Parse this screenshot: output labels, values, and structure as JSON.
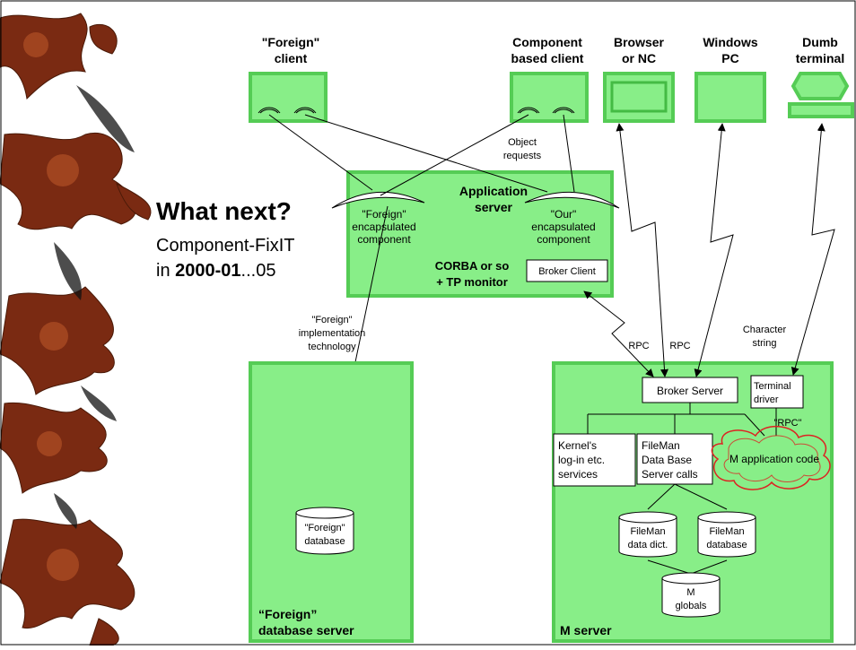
{
  "title": {
    "heading": "What next?",
    "line2": "Component-FixIT",
    "line3_prefix": "in ",
    "line3_bold": "2000-01",
    "line3_suffix": "...05"
  },
  "clients": {
    "foreign": [
      "\"Foreign\"",
      "client"
    ],
    "component": [
      "Component",
      "based client"
    ],
    "browser": [
      "Browser",
      "or NC"
    ],
    "windows": [
      "Windows",
      "PC"
    ],
    "dumb": [
      "Dumb",
      "terminal"
    ]
  },
  "object_requests": [
    "Object",
    "requests"
  ],
  "app_server": {
    "title": [
      "Application",
      "server"
    ],
    "foreign_component": [
      "\"Foreign\"",
      "encapsulated",
      "component"
    ],
    "our_component": [
      "\"Our\"",
      "encapsulated",
      "component"
    ],
    "corba": [
      "CORBA or so",
      "+ TP monitor"
    ],
    "broker_client": "Broker Client"
  },
  "foreign_impl": [
    "\"Foreign\"",
    "implementation",
    "technology"
  ],
  "rpc_labels": [
    "RPC",
    "RPC"
  ],
  "character_string": [
    "Character",
    "string"
  ],
  "foreign_db_server": {
    "title": [
      "“Foreign”",
      "database server"
    ],
    "database": [
      "\"Foreign\"",
      "database"
    ]
  },
  "m_server": {
    "title": "M server",
    "broker_server": "Broker Server",
    "terminal_driver": [
      "Terminal",
      "driver"
    ],
    "rpc_quote": "\"RPC\"",
    "kernel": [
      "Kernel's",
      "log-in etc.",
      "services"
    ],
    "fileman_calls": [
      "FileMan",
      "Data Base",
      "Server calls"
    ],
    "m_app_code": "M application code",
    "fileman_dict": [
      "FileMan",
      "data dict."
    ],
    "fileman_db": [
      "FileMan",
      "database"
    ],
    "m_globals": [
      "M",
      "globals"
    ]
  }
}
